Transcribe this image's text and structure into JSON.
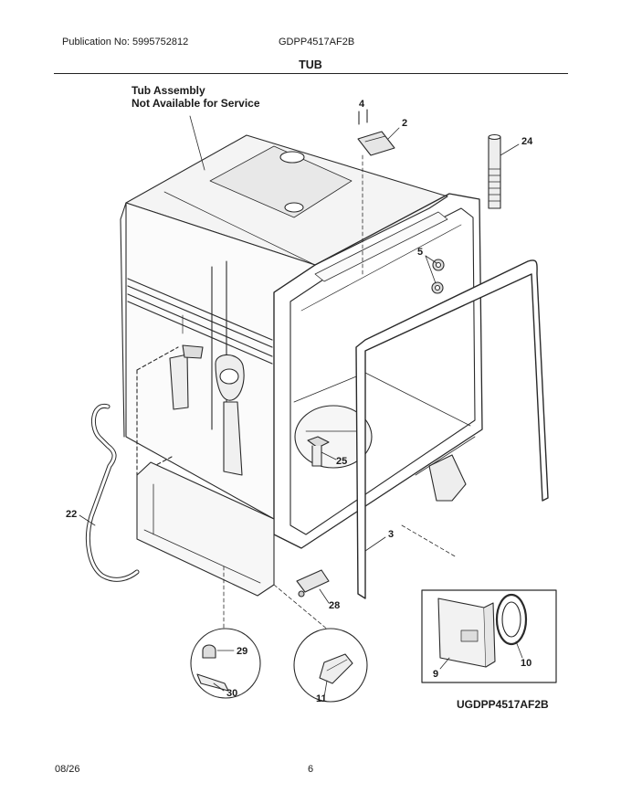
{
  "header": {
    "publication": "Publication No: 5995752812",
    "model": "GDPP4517AF2B",
    "section_title": "TUB"
  },
  "diagram": {
    "note_line1": "Tub Assembly",
    "note_line2": "Not Available for Service",
    "callouts": [
      "4",
      "2",
      "24",
      "5",
      "25",
      "22",
      "3",
      "28",
      "29",
      "30",
      "11",
      "9",
      "10"
    ],
    "diagram_code": "UGDPP4517AF2B"
  },
  "footer": {
    "date": "08/26",
    "page_number": "6"
  }
}
